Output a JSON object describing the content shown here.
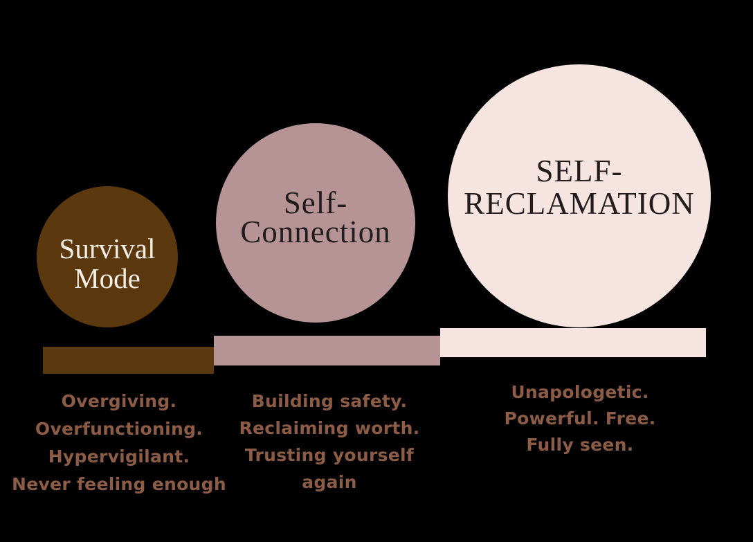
{
  "background_color": "#000000",
  "description_text_color": "#8D5C46",
  "stages": [
    {
      "name": "Survival Mode",
      "label_lines": [
        "Survival",
        "Mode"
      ],
      "circle_color": "#5C380F",
      "bar_color": "#5C380F",
      "label_color": "#F6EFE6",
      "description_lines": [
        "Overgiving.",
        "Overfunctioning.",
        "Hypervigilant.",
        "Never feeling enough"
      ]
    },
    {
      "name": "Self-Connection",
      "label_lines": [
        "Self-",
        "Connection"
      ],
      "circle_color": "#B69496",
      "bar_color": "#B69496",
      "label_color": "#221C1D",
      "description_lines": [
        "Building safety.",
        "Reclaiming worth.",
        "Trusting yourself again"
      ]
    },
    {
      "name": "Self-Reclamation",
      "label_lines": [
        "SELF-",
        "RECLAMATION"
      ],
      "circle_color": "#F6E4E0",
      "bar_color": "#F6E4E0",
      "label_color": "#221C1D",
      "description_lines": [
        "Unapologetic.",
        "Powerful. Free.",
        "Fully seen."
      ]
    }
  ]
}
